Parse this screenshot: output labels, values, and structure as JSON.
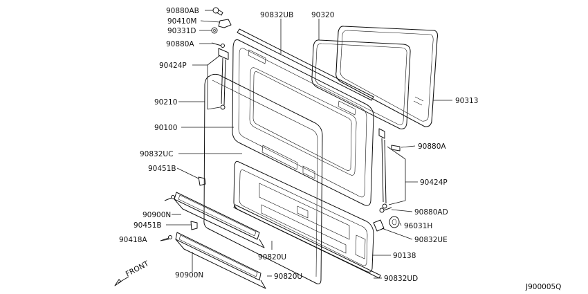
{
  "diagram_id": "J900005Q",
  "direction_label": "FRONT",
  "callouts": {
    "c90880AB": "90880AB",
    "c90410M": "90410M",
    "c90331D": "90331D",
    "c90880A_top": "90880A",
    "c90424P_left": "90424P",
    "c90210": "90210",
    "c90100": "90100",
    "c90832UC": "90832UC",
    "c90451B_upper": "90451B",
    "c90900N_upper": "90900N",
    "c90451B_lower": "90451B",
    "c90418A": "90418A",
    "c90900N_lower": "90900N",
    "c90832UB": "90832UB",
    "c90320": "90320",
    "c90313": "90313",
    "c90880A_right": "90880A",
    "c90424P_right": "90424P",
    "c90880AD": "90880AD",
    "c96031H": "96031H",
    "c90832UE": "90832UE",
    "c90138": "90138",
    "c90820U_upper": "90820U",
    "c90820U_lower": "90820U",
    "c90832UD": "90832UD"
  }
}
